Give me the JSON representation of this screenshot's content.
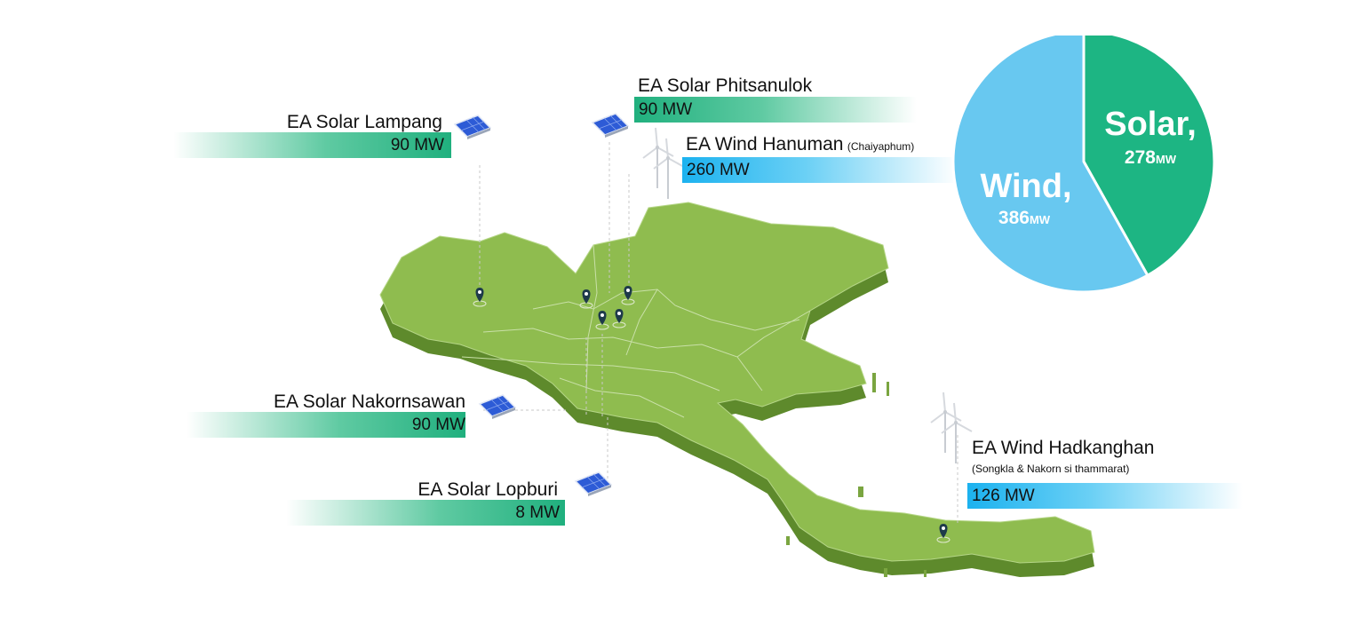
{
  "colors": {
    "solar": "#1db583",
    "wind": "#68c8f0",
    "map_top": "#8fbc4f",
    "map_side": "#5e8a2c",
    "pin": "#1e3a4a"
  },
  "icons": {
    "solar_panel": "solar-panel-icon",
    "wind_turbine": "wind-turbine-icon",
    "location": "location-pin-icon"
  },
  "plants": {
    "lampang": {
      "name": "EA Solar Lampang",
      "capacity": "90 MW"
    },
    "phitsanulok": {
      "name": "EA Solar Phitsanulok",
      "capacity": "90 MW"
    },
    "hanuman": {
      "name": "EA Wind Hanuman",
      "note": "(Chaiyaphum)",
      "capacity": "260 MW"
    },
    "nakornsawan": {
      "name": "EA Solar Nakornsawan",
      "capacity": "90 MW"
    },
    "lopburi": {
      "name": "EA Solar Lopburi",
      "capacity": "8 MW"
    },
    "hadkanghan": {
      "name": "EA Wind Hadkanghan",
      "note": "(Songkla & Nakorn si thammarat)",
      "capacity": "126 MW"
    }
  },
  "chart_data": {
    "type": "pie",
    "title": "",
    "legend": "none",
    "series": [
      {
        "name": "Solar",
        "value": 278,
        "unit": "MW",
        "color": "#1db583",
        "label_name": "Solar,",
        "label_value": "278",
        "label_unit": "MW"
      },
      {
        "name": "Wind",
        "value": 386,
        "unit": "MW",
        "color": "#68c8f0",
        "label_name": "Wind,",
        "label_value": "386",
        "label_unit": "MW"
      }
    ]
  }
}
